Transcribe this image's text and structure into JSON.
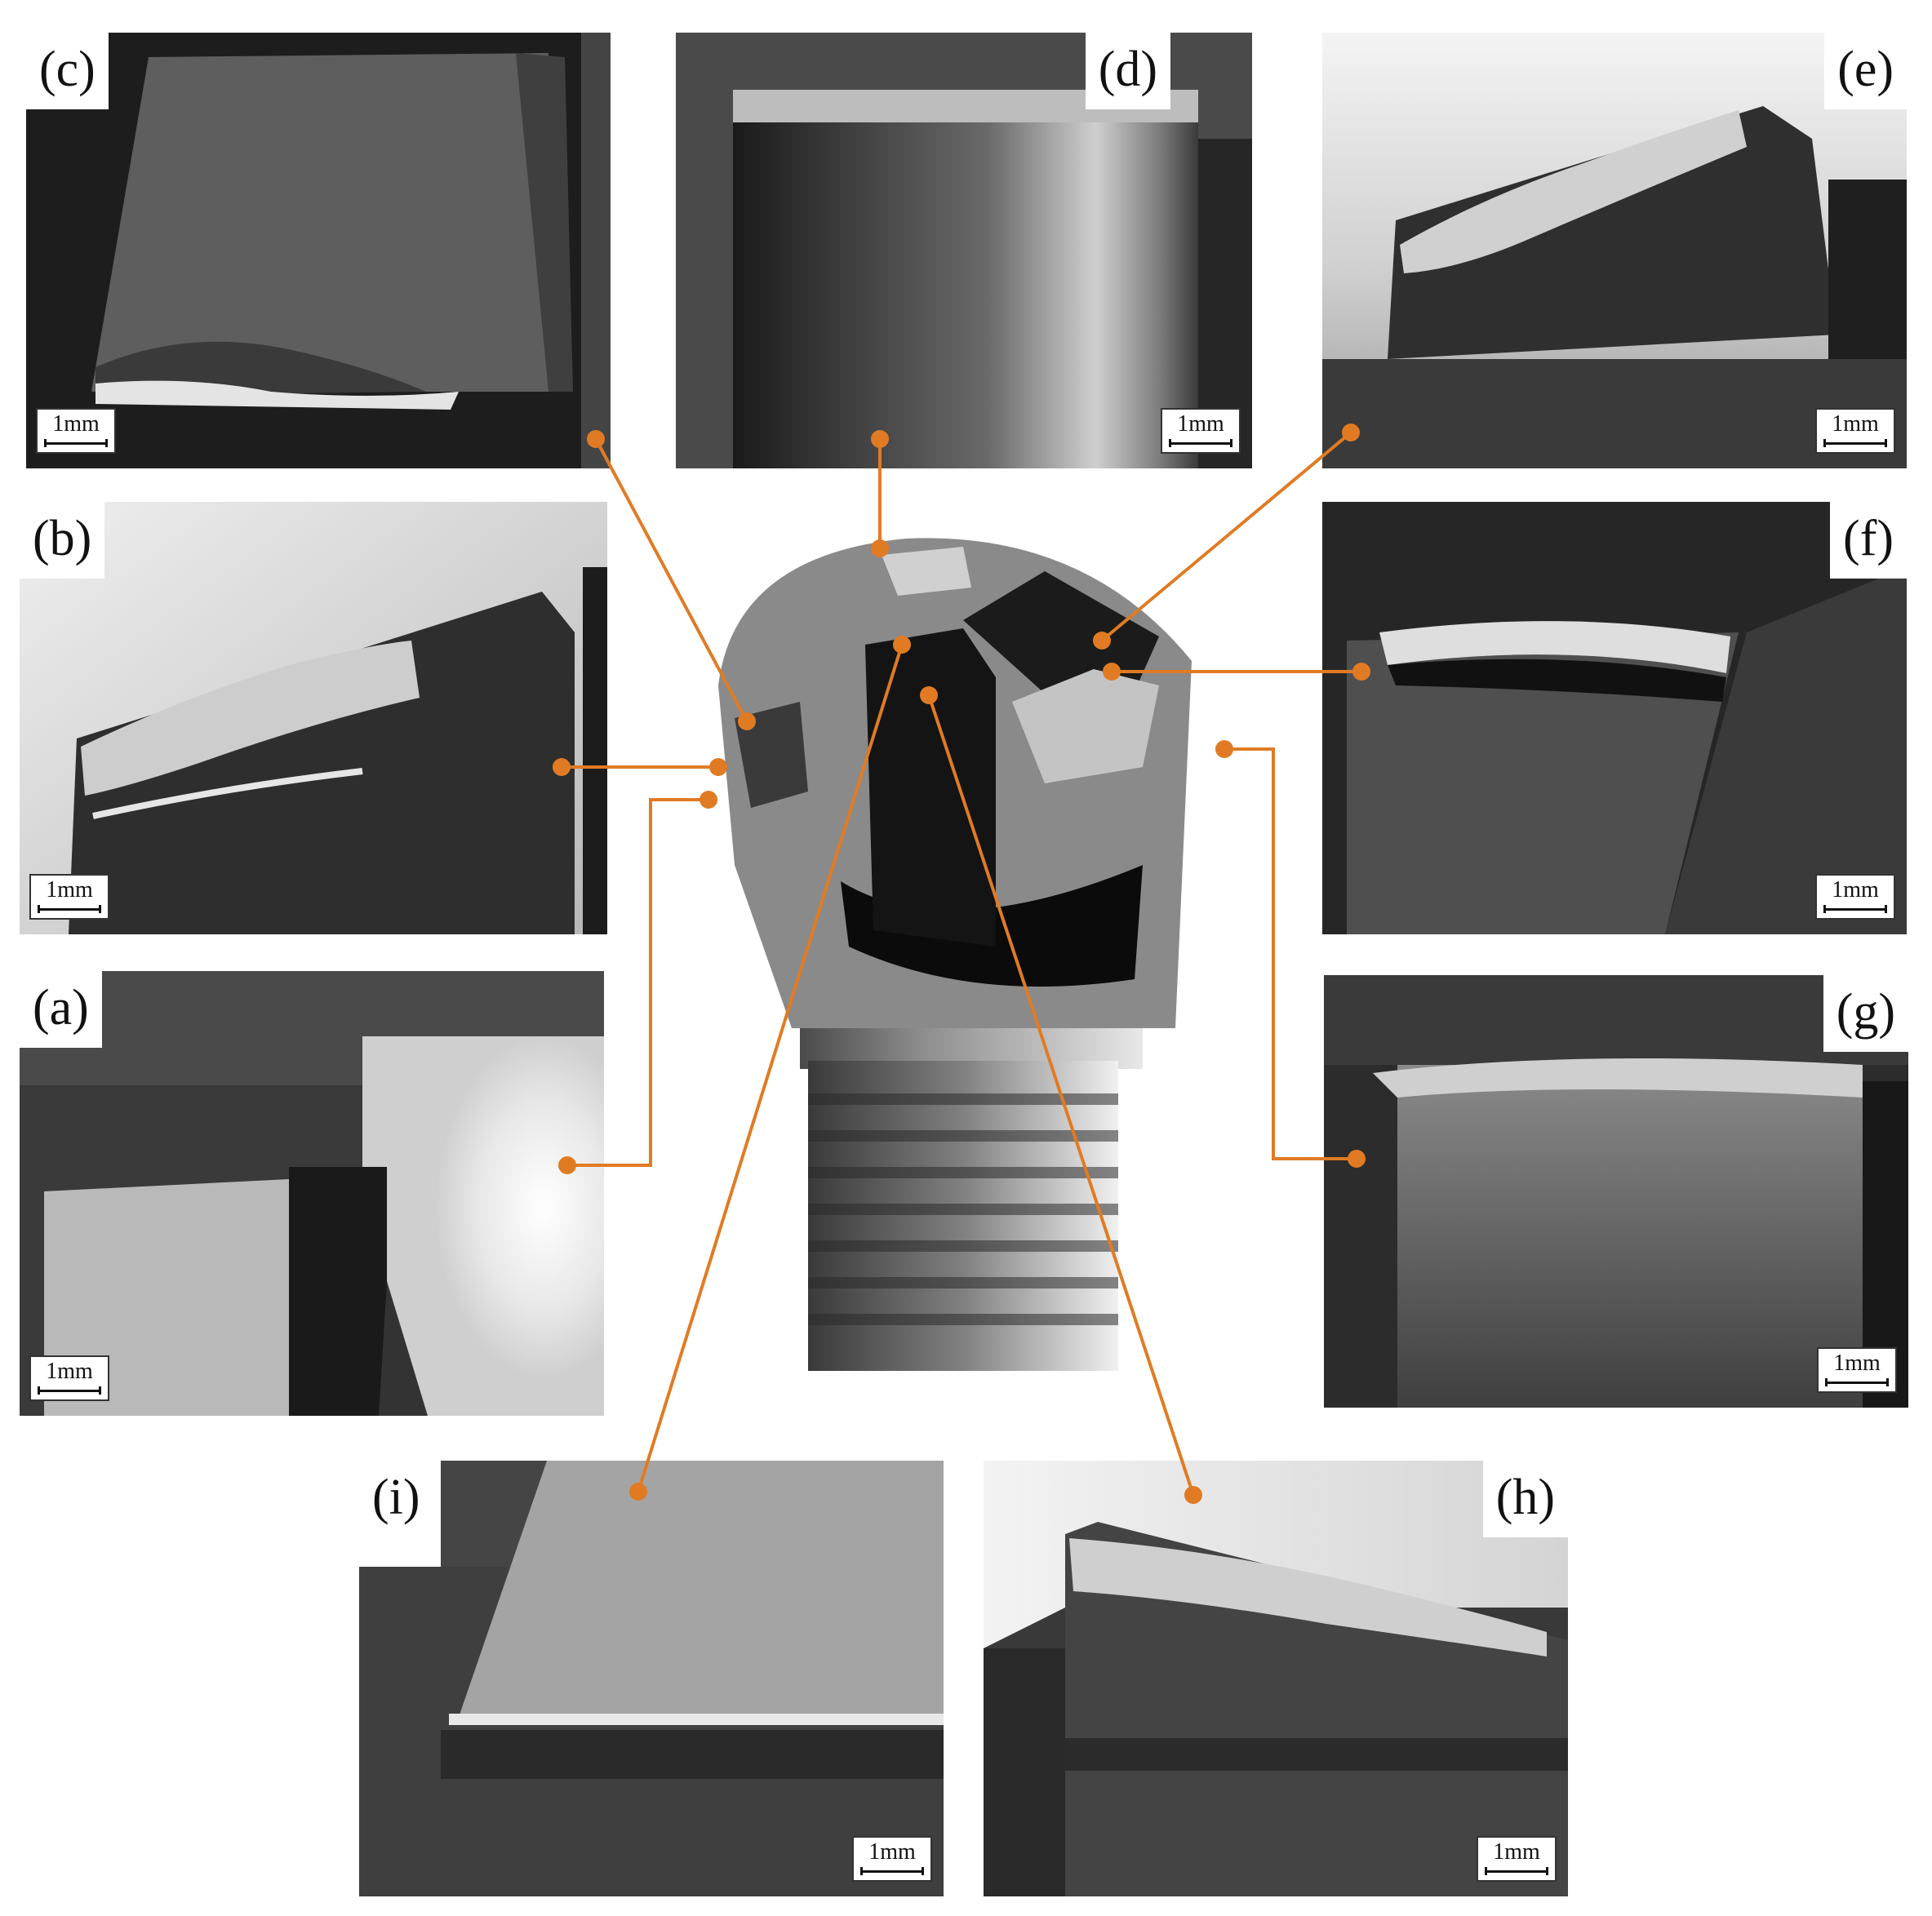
{
  "panels": {
    "a": {
      "label": "(a)",
      "scale": "1mm"
    },
    "b": {
      "label": "(b)",
      "scale": "1mm"
    },
    "c": {
      "label": "(c)",
      "scale": "1mm"
    },
    "d": {
      "label": "(d)",
      "scale": "1mm"
    },
    "e": {
      "label": "(e)",
      "scale": "1mm"
    },
    "f": {
      "label": "(f)",
      "scale": "1mm"
    },
    "g": {
      "label": "(g)",
      "scale": "1mm"
    },
    "h": {
      "label": "(h)",
      "scale": "1mm"
    },
    "i": {
      "label": "(i)",
      "scale": "1mm"
    }
  },
  "colors": {
    "leader": "#e07b24",
    "insert_dark": "#2f2f2f",
    "insert_mid": "#555555",
    "wear_silver": "#d9d9d9"
  }
}
